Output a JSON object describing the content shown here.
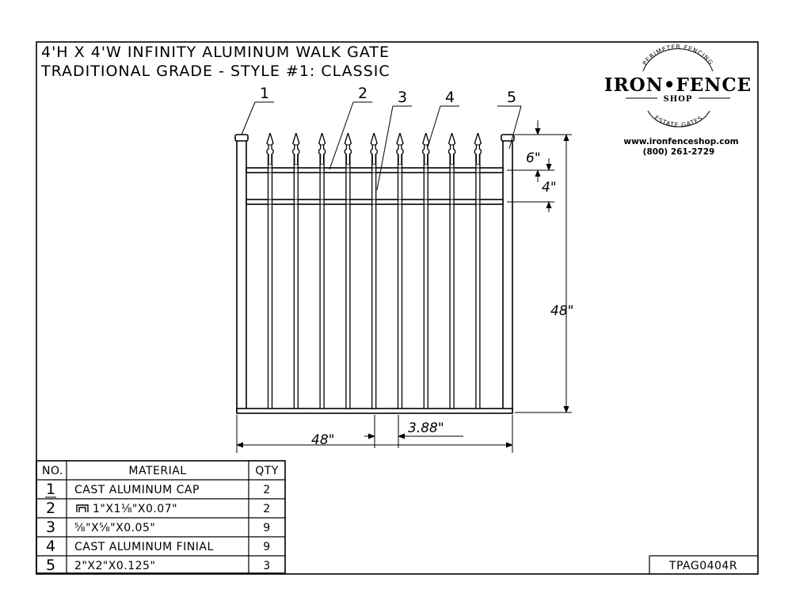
{
  "title": {
    "line1": "4'H X 4'W INFINITY ALUMINUM WALK GATE",
    "line2": "TRADITIONAL GRADE - STYLE #1: CLASSIC"
  },
  "logo": {
    "arc_top": "PERIMETER FENCING",
    "main": "IRON•FENCE",
    "sub": "SHOP",
    "arc_bottom": "ESTATE GATES",
    "website": "www.ironfenceshop.com",
    "phone": "(800) 261-2729"
  },
  "callouts": [
    "1",
    "2",
    "3",
    "4",
    "5"
  ],
  "dimensions": {
    "top_space": "6\"",
    "rail_space": "4\"",
    "height": "48\"",
    "width": "48\"",
    "picket_spacing": "3.88\""
  },
  "parts_table": {
    "headers": [
      "NO.",
      "MATERIAL",
      "QTY"
    ],
    "rows": [
      {
        "no": "1",
        "material": "CAST ALUMINUM CAP",
        "qty": "2"
      },
      {
        "no": "2",
        "material": "1\"X1⅛\"X0.07\"",
        "qty": "2"
      },
      {
        "no": "3",
        "material": "⅝\"X⅝\"X0.05\"",
        "qty": "9"
      },
      {
        "no": "4",
        "material": "CAST ALUMINUM FINIAL",
        "qty": "9"
      },
      {
        "no": "5",
        "material": "2\"X2\"X0.125\"",
        "qty": "3"
      }
    ]
  },
  "drawing_number": "TPAG0404R",
  "icons": {
    "channel": "u-channel-icon",
    "finial": "spear-finial-icon"
  }
}
